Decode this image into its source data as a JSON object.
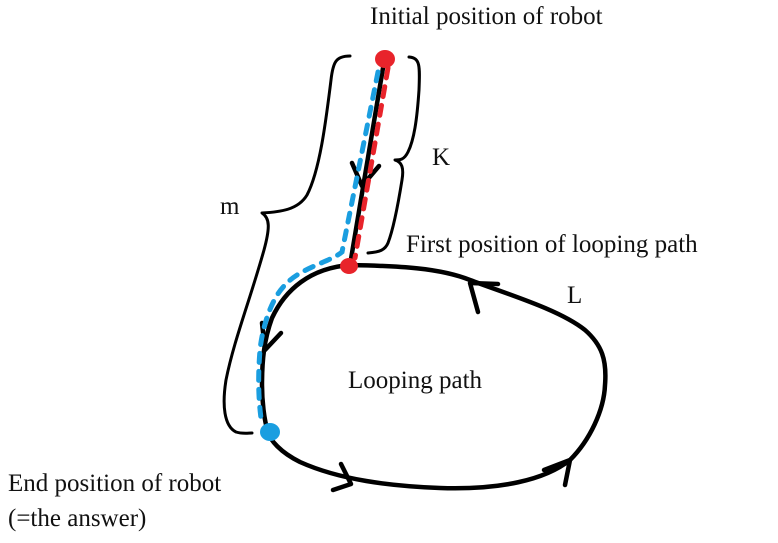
{
  "diagram": {
    "labels": {
      "initial_position": "Initial position of robot",
      "first_loop_position": "First position of looping path",
      "looping_path": "Looping path",
      "end_position_line1": "End position of robot",
      "end_position_line2": "(=the answer)",
      "k_label": "K",
      "m_label": "m",
      "l_label": "L"
    },
    "colors": {
      "ink": "#000000",
      "red_marker": "#e8242b",
      "blue_marker": "#1a9ee0"
    },
    "nodes": [
      {
        "id": "initial",
        "color": "red"
      },
      {
        "id": "loop-start",
        "color": "red"
      },
      {
        "id": "end",
        "color": "blue"
      }
    ],
    "brackets": [
      {
        "id": "K",
        "spans": "initial position to first position of looping path"
      },
      {
        "id": "m",
        "spans": "initial position to end position"
      }
    ],
    "loop_direction": "counter-clockwise (as drawn: left side downward, bottom rightward, right side upward, top leftward)"
  }
}
